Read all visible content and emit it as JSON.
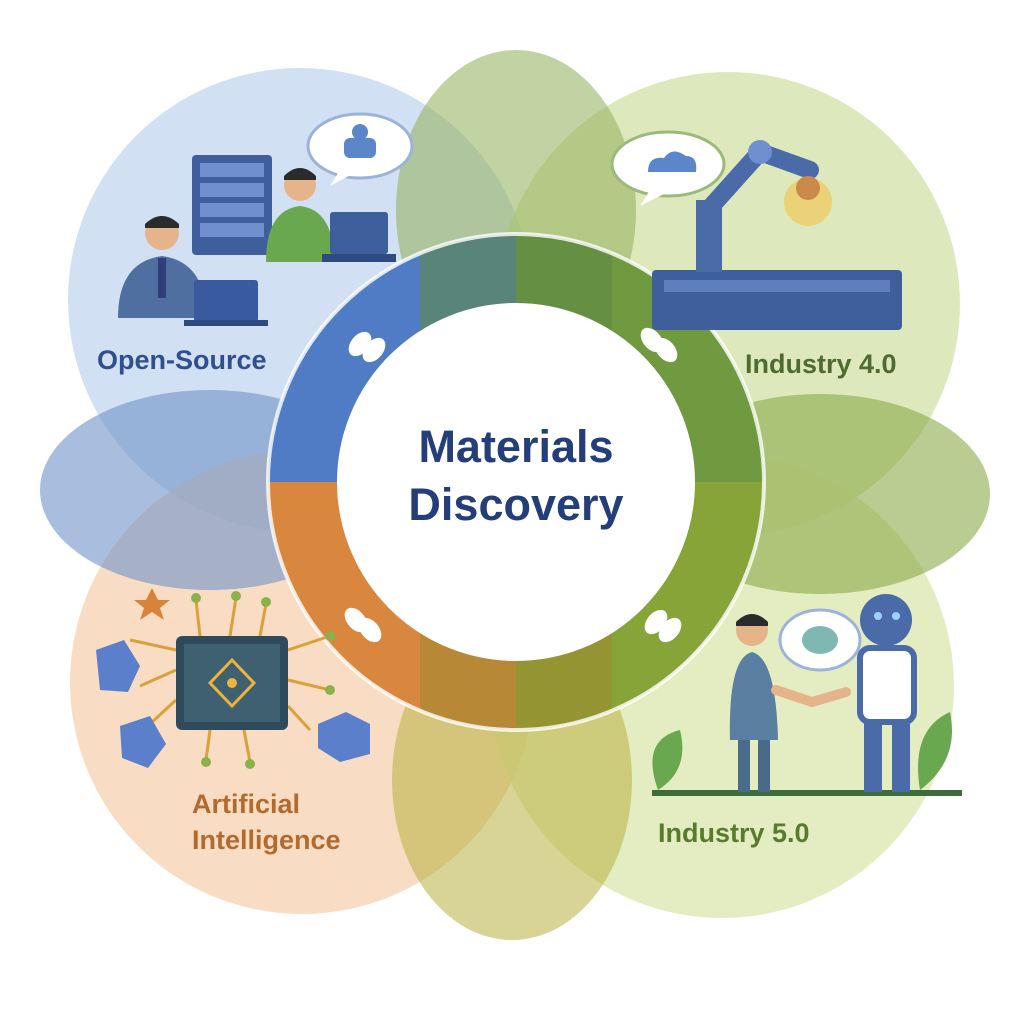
{
  "center": {
    "line1": "Materials",
    "line2": "Discovery"
  },
  "circles": {
    "open_source": {
      "label": "Open-Source",
      "color": "#b9cdec"
    },
    "industry4": {
      "label": "Industry 4.0",
      "color": "#c9dc9a"
    },
    "ai": {
      "label_line1": "Artificial",
      "label_line2": "Intelligence",
      "color": "#f3c9a3"
    },
    "industry5": {
      "label": "Industry 5.0",
      "color": "#d4e2a4"
    }
  },
  "ring_colors": {
    "blue": "#4a78c2",
    "green": "#7a9a3e",
    "orange": "#d9833a",
    "olive": "#8a9a2e"
  }
}
